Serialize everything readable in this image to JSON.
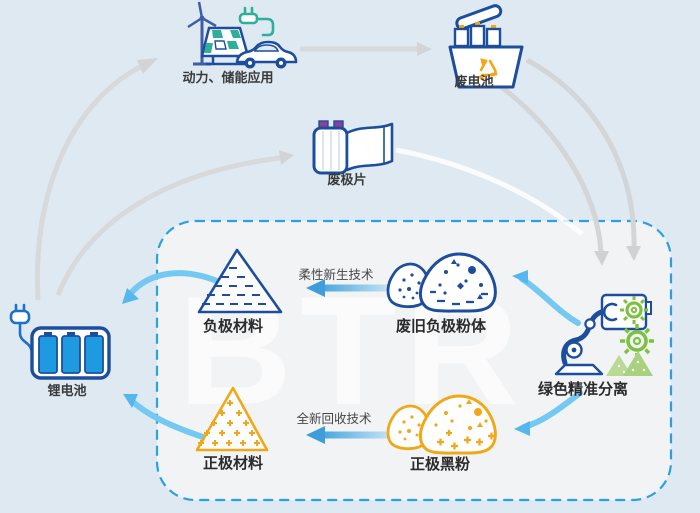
{
  "watermark": "BTR",
  "nodes": {
    "power_app": {
      "label": "动力、储能应用",
      "icon": "renewable-energy-icon"
    },
    "waste_battery": {
      "label": "废电池",
      "icon": "recycle-bin-icon"
    },
    "waste_electrode": {
      "label": "废极片",
      "icon": "electrode-roll-icon"
    },
    "lithium_battery": {
      "label": "锂电池",
      "icon": "battery-pack-icon"
    },
    "anode_material": {
      "label": "负极材料",
      "icon": "blue-triangle-pile-icon"
    },
    "anode_powder": {
      "label": "废旧负极粉体",
      "icon": "blue-powder-mounds-icon"
    },
    "separation": {
      "label": "绿色精准分离",
      "icon": "robot-arm-icon"
    },
    "cathode_material": {
      "label": "正极材料",
      "icon": "yellow-triangle-pile-icon"
    },
    "cathode_powder": {
      "label": "正极黑粉",
      "icon": "yellow-powder-mounds-icon"
    }
  },
  "edges": {
    "anode_tech_label": "柔性新生技术",
    "cathode_tech_label": "全新回收技术"
  },
  "colors": {
    "background": "#dfe9f2",
    "panel_fill": "#f2f3f5",
    "panel_border": "#2aa0e8",
    "navy": "#1d4e9e",
    "bright_blue": "#1e9be0",
    "cyan_arrow": "#74c9f3",
    "gray_arrow": "#d6d8da",
    "yellow": "#f0a818",
    "green_gear": "#7cc240",
    "teal": "#2fae9b"
  }
}
